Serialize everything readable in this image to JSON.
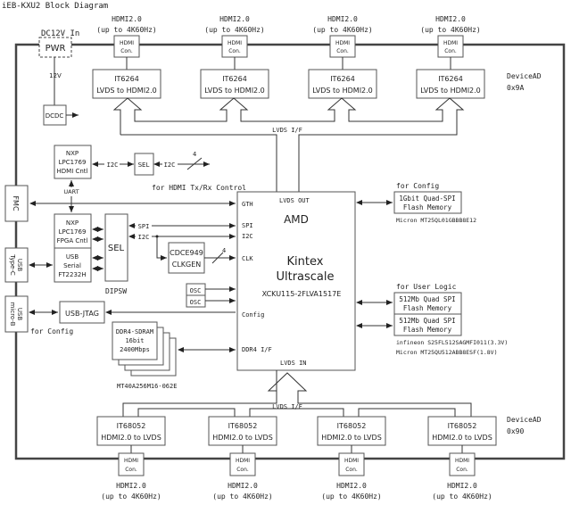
{
  "title": "iEB-KXU2 Block Diagram",
  "power": {
    "input_label": "DC12V In",
    "pwr": "PWR",
    "rail": "12V",
    "dcdc": "DCDC"
  },
  "hdmi_tx": {
    "connector_title": "HDMI2.0",
    "connector_sub": "(up to 4K60Hz)",
    "connector_box": [
      "HDMI",
      "Con."
    ],
    "chip": [
      "IT6264",
      "LVDS to HDMI2.0"
    ],
    "device_ad": [
      "DeviceAD",
      "0x9A"
    ]
  },
  "hdmi_rx": {
    "connector_title": "HDMI2.0",
    "connector_sub": "(up to 4K60Hz)",
    "connector_box": [
      "HDMI",
      "Con."
    ],
    "chip": [
      "IT68052",
      "HDMI2.0 to LVDS"
    ],
    "device_ad": [
      "DeviceAD",
      "0x90"
    ]
  },
  "lvds_if": "LVDS I/F",
  "fpga": {
    "vendor": "AMD",
    "family1": "Kintex",
    "family2": "Ultrascale",
    "part": "XCKU115-2FLVA1517E",
    "ports": {
      "lvds_out": "LVDS OUT",
      "gth": "GTH",
      "spi": "SPI",
      "i2c": "I2C",
      "clk": "CLK",
      "config": "Config",
      "ddr4": "DDR4 I/F",
      "lvds_in": "LVDS IN"
    }
  },
  "mcu_hdmi": [
    "NXP",
    "LPC1769",
    "HDMI Cntl"
  ],
  "mcu_fpga": [
    "NXP",
    "LPC1769",
    "FPGA Cntl"
  ],
  "usb_serial": [
    "USB",
    "Serial",
    "FT2232H"
  ],
  "sel": "SEL",
  "dipsw": "DIPSW",
  "labels": {
    "i2c": "I2C",
    "spi": "SPI",
    "uart": "UART",
    "bus4": "4",
    "hdmi_ctrl": "for HDMI Tx/Rx Control",
    "for_config": "for Config"
  },
  "clkgen": [
    "CDCE949",
    "CLKGEN"
  ],
  "osc": "OSC",
  "left_connectors": {
    "fmc": "FMC",
    "usb_c": [
      "USB",
      "Type-C"
    ],
    "usb_micro": [
      "USB",
      "micro-B"
    ]
  },
  "usb_jtag": "USB-JTAG",
  "ddr4": {
    "lines": [
      "DDR4-SDRAM",
      "16bit",
      "2400Mbps"
    ],
    "part": "MT40A256M16-062E"
  },
  "flash_config": {
    "heading": "for Config",
    "lines": [
      "1Gbit Quad-SPI",
      "Flash Memory"
    ],
    "part": "Micron MT25QL01GBBB8E12"
  },
  "flash_user": {
    "heading": "for User Logic",
    "box1": [
      "512Mb Quad SPI",
      "Flash Memory"
    ],
    "box2": [
      "512Mb Quad SPI",
      "Flash Memory"
    ],
    "part1": "infineon S25FL512SAGMFI011(3.3V)",
    "part2": "Micron MT25QU512ABB8ESF(1.8V)"
  }
}
